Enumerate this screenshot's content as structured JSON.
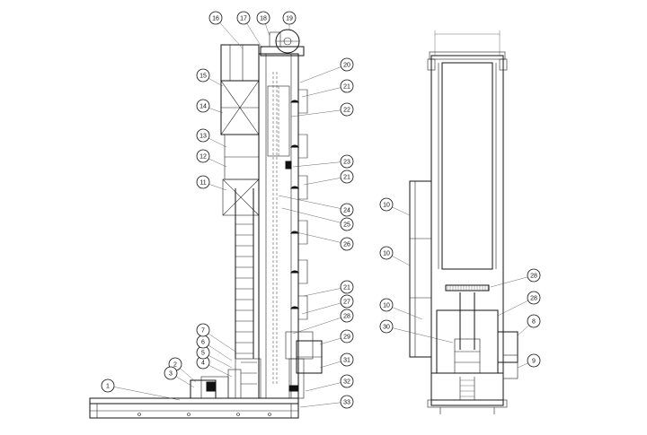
{
  "callouts_side_view": [
    "1",
    "2",
    "3",
    "4",
    "5",
    "6",
    "7",
    "11",
    "12",
    "13",
    "14",
    "15",
    "16",
    "17",
    "18",
    "19",
    "20",
    "21",
    "22",
    "23",
    "21",
    "24",
    "25",
    "26",
    "21",
    "27",
    "28",
    "29",
    "31",
    "32",
    "33"
  ],
  "callouts_front_view": [
    "10",
    "10",
    "10",
    "30",
    "28",
    "28",
    "8",
    "9"
  ],
  "colors": {
    "line": "#111111",
    "background": "#ffffff"
  }
}
